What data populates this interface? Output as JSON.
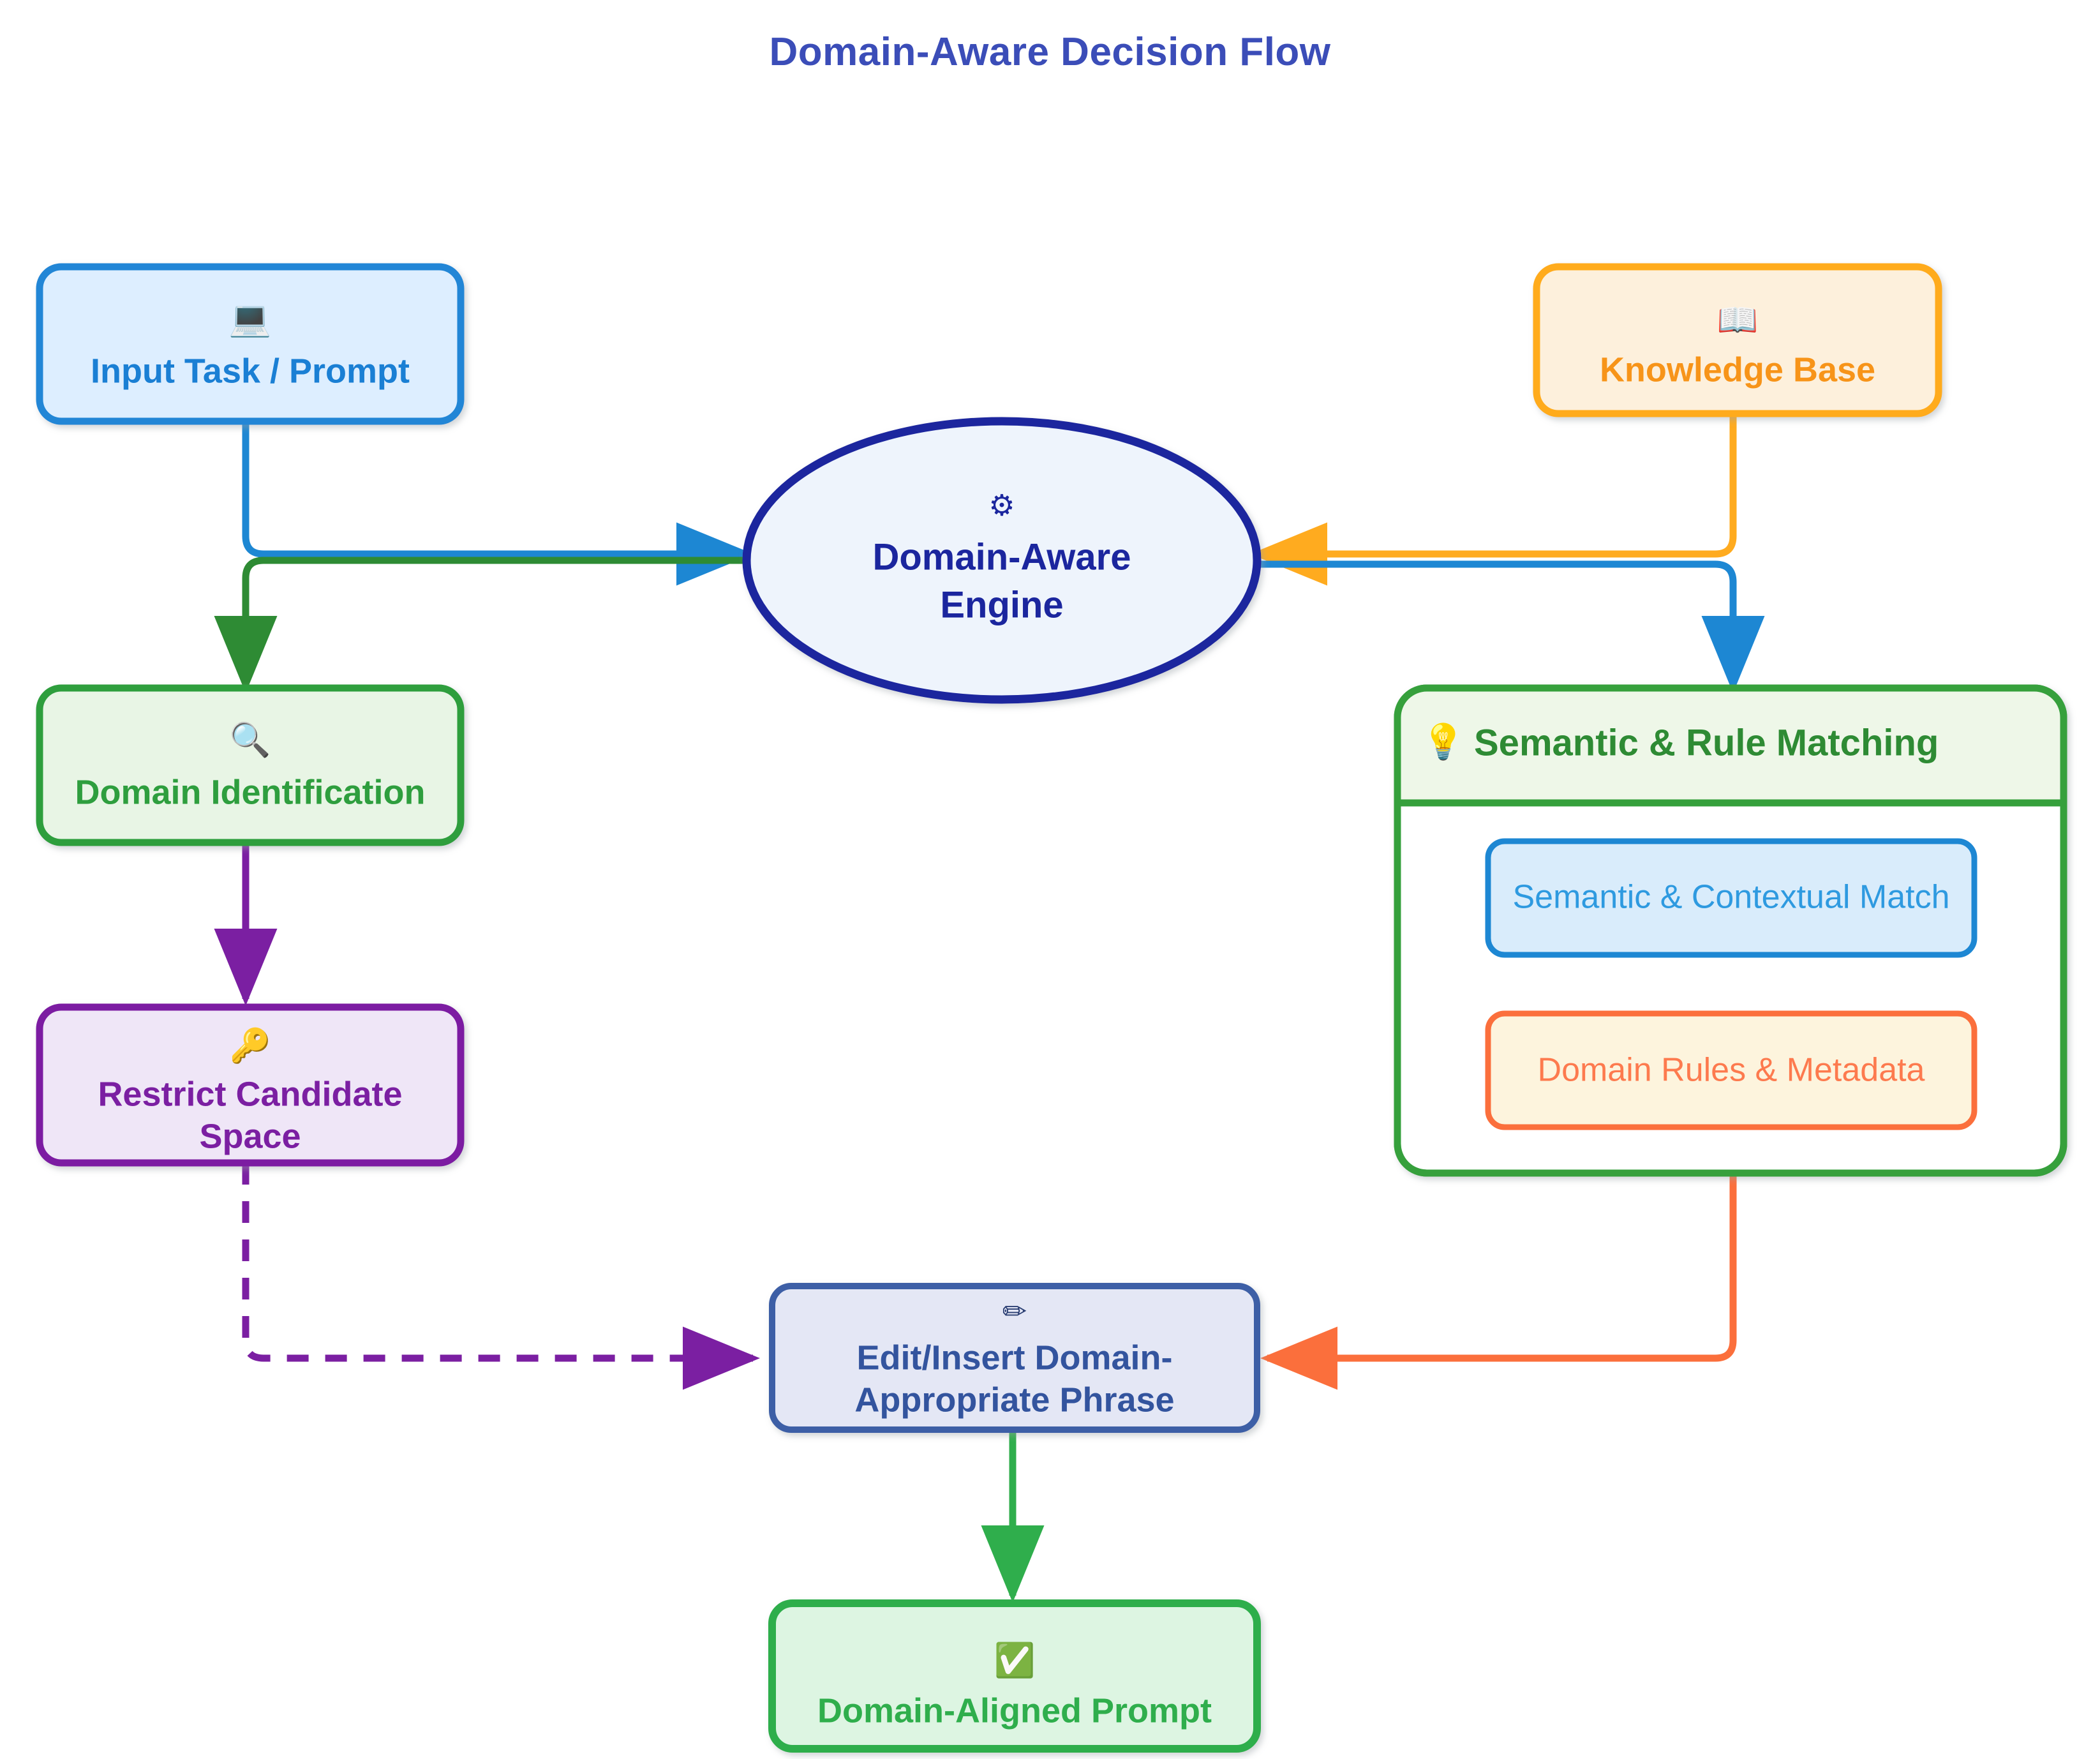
{
  "title": "Domain-Aware Decision Flow",
  "theme": {
    "background": "#ffffff",
    "title_color": "#3b4db8"
  },
  "chart_data": {
    "type": "diagram",
    "subtype": "flowchart",
    "title": "Domain-Aware Decision Flow",
    "direction": "top-down",
    "nodes": [
      {
        "id": "input",
        "label": "Input Task / Prompt",
        "icon": "laptop-icon",
        "icon_glyph": "💻",
        "shape": "rounded-rect",
        "fill": "#ddeeff",
        "stroke": "#2186d6",
        "text_color": "#1a7fd4",
        "bold": true
      },
      {
        "id": "engine",
        "label_line1": "Domain-Aware",
        "label_line2": "Engine",
        "icon": "gear-icon",
        "icon_glyph": "⚙",
        "shape": "ellipse",
        "fill": "#eef4fc",
        "stroke": "#1b269e",
        "text_color": "#1b269e",
        "bold": true
      },
      {
        "id": "kb",
        "label": "Knowledge Base",
        "icon": "open-book-icon",
        "icon_glyph": "📖",
        "shape": "rounded-rect",
        "fill": "#fdf0dc",
        "stroke": "#ffab1f",
        "text_color": "#f79419",
        "bold": true
      },
      {
        "id": "domid",
        "label": "Domain Identification",
        "icon": "magnifier-icon",
        "icon_glyph": "🔍",
        "shape": "rounded-rect",
        "fill": "#e8f5e5",
        "stroke": "#2e9e3e",
        "text_color": "#2e9e3e",
        "bold": true
      },
      {
        "id": "restrict",
        "label_line1": "Restrict Candidate",
        "label_line2": "Space",
        "icon": "key-icon",
        "icon_glyph": "🔑",
        "shape": "rounded-rect",
        "fill": "#efe6f7",
        "stroke": "#7b1fa2",
        "text_color": "#7b1fa2",
        "bold": true
      },
      {
        "id": "semmatch",
        "label": "Semantic & Contextual Match",
        "shape": "rounded-rect",
        "fill": "#d9ecfb",
        "stroke": "#1d87d3",
        "text_color": "#2e9ae0",
        "bold": false
      },
      {
        "id": "rules",
        "label": "Domain Rules & Metadata",
        "shape": "rounded-rect",
        "fill": "#fdf4dd",
        "stroke": "#fb6f3c",
        "text_color": "#fd7a4e",
        "bold": false
      },
      {
        "id": "edit",
        "label_line1": "Edit/Insert Domain-",
        "label_line2": "Appropriate Phrase",
        "icon": "pencil-icon",
        "icon_glyph": "✏",
        "shape": "rounded-rect",
        "fill": "#e4e7f5",
        "stroke": "#3e5fa6",
        "text_color": "#33549e",
        "bold": true
      },
      {
        "id": "aligned",
        "label": "Domain-Aligned Prompt",
        "icon": "check-mark-icon",
        "icon_glyph": "✅",
        "shape": "rounded-rect",
        "fill": "#ddf5e2",
        "stroke": "#2fae4c",
        "text_color": "#2fae4c",
        "bold": true
      }
    ],
    "subgraph": {
      "id": "matching-group",
      "title": "Semantic & Rule Matching",
      "icon": "light-bulb-icon",
      "icon_glyph": "💡",
      "stroke": "#36a03c",
      "header_fill": "#eef7e8",
      "body_fill": "#ffffff",
      "text_color": "#2e8b34",
      "children": [
        "semmatch",
        "rules"
      ]
    },
    "edges": [
      {
        "from": "input",
        "to": "engine",
        "color": "#1d87d3",
        "style": "solid",
        "label": ""
      },
      {
        "from": "input",
        "to": "domid",
        "color": "#2e8b34",
        "style": "solid",
        "label": ""
      },
      {
        "from": "kb",
        "to": "engine",
        "color": "#ffab1f",
        "style": "solid",
        "label": ""
      },
      {
        "from": "engine",
        "to": "matching-group",
        "color": "#1d87d3",
        "style": "solid",
        "label": ""
      },
      {
        "from": "domid",
        "to": "restrict",
        "color": "#7b1fa2",
        "style": "solid",
        "label": ""
      },
      {
        "from": "restrict",
        "to": "edit",
        "color": "#7b1fa2",
        "style": "dashed",
        "label": ""
      },
      {
        "from": "matching-group",
        "to": "edit",
        "color": "#fb6f3c",
        "style": "solid",
        "label": ""
      },
      {
        "from": "edit",
        "to": "aligned",
        "color": "#2fae4c",
        "style": "solid",
        "label": ""
      }
    ]
  }
}
